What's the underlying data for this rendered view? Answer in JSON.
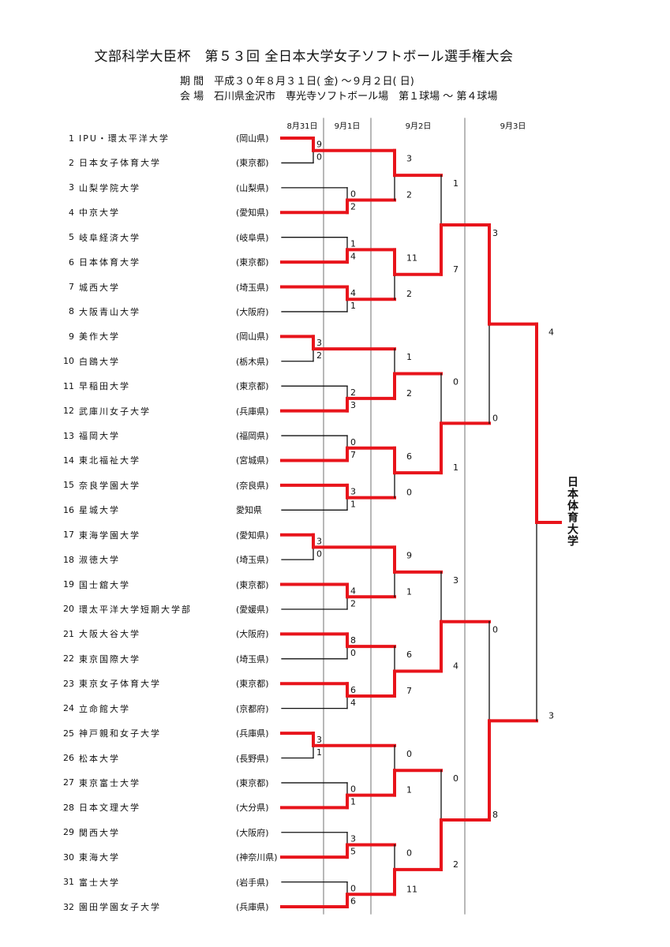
{
  "header": {
    "title": "文部科学大臣杯　第５３回 全日本大学女子ソフトボール選手権大会",
    "period": "期 間　平成３０年８月３１日( 金) ～９月２日( 日)",
    "venue": "会 場　石川県金沢市　専光寺ソフトボール場　第１球場 ～ 第４球場"
  },
  "days": [
    "8月31日",
    "9月1日",
    "9月2日",
    "9月3日"
  ],
  "teams": [
    {
      "no": "1",
      "name": "IPU・環太平洋大学",
      "pref": "(岡山県)"
    },
    {
      "no": "2",
      "name": "日本女子体育大学",
      "pref": "(東京都)"
    },
    {
      "no": "3",
      "name": "山梨学院大学",
      "pref": "(山梨県)"
    },
    {
      "no": "4",
      "name": "中京大学",
      "pref": "(愛知県)"
    },
    {
      "no": "5",
      "name": "岐阜経済大学",
      "pref": "(岐阜県)"
    },
    {
      "no": "6",
      "name": "日本体育大学",
      "pref": "(東京都)"
    },
    {
      "no": "7",
      "name": "城西大学",
      "pref": "(埼玉県)"
    },
    {
      "no": "8",
      "name": "大阪青山大学",
      "pref": "(大阪府)"
    },
    {
      "no": "9",
      "name": "美作大学",
      "pref": "(岡山県)"
    },
    {
      "no": "10",
      "name": "白鴎大学",
      "pref": "(栃木県)"
    },
    {
      "no": "11",
      "name": "早稲田大学",
      "pref": "(東京都)"
    },
    {
      "no": "12",
      "name": "武庫川女子大学",
      "pref": "(兵庫県)"
    },
    {
      "no": "13",
      "name": "福岡大学",
      "pref": "(福岡県)"
    },
    {
      "no": "14",
      "name": "東北福祉大学",
      "pref": "(宮城県)"
    },
    {
      "no": "15",
      "name": "奈良学園大学",
      "pref": "(奈良県)"
    },
    {
      "no": "16",
      "name": "星城大学",
      "pref": "愛知県"
    },
    {
      "no": "17",
      "name": "東海学園大学",
      "pref": "(愛知県)"
    },
    {
      "no": "18",
      "name": "淑徳大学",
      "pref": "(埼玉県)"
    },
    {
      "no": "19",
      "name": "国士舘大学",
      "pref": "(東京都)"
    },
    {
      "no": "20",
      "name": "環太平洋大学短期大学部",
      "pref": "(愛媛県)"
    },
    {
      "no": "21",
      "name": "大阪大谷大学",
      "pref": "(大阪府)"
    },
    {
      "no": "22",
      "name": "東京国際大学",
      "pref": "(埼玉県)"
    },
    {
      "no": "23",
      "name": "東京女子体育大学",
      "pref": "(東京都)"
    },
    {
      "no": "24",
      "name": "立命館大学",
      "pref": "(京都府)"
    },
    {
      "no": "25",
      "name": "神戸親和女子大学",
      "pref": "(兵庫県)"
    },
    {
      "no": "26",
      "name": "松本大学",
      "pref": "(長野県)"
    },
    {
      "no": "27",
      "name": "東京富士大学",
      "pref": "(東京都)"
    },
    {
      "no": "28",
      "name": "日本文理大学",
      "pref": "(大分県)"
    },
    {
      "no": "29",
      "name": "関西大学",
      "pref": "(大阪府)"
    },
    {
      "no": "30",
      "name": "東海大学",
      "pref": "(神奈川県)"
    },
    {
      "no": "31",
      "name": "富士大学",
      "pref": "(岩手県)"
    },
    {
      "no": "32",
      "name": "園田学園女子大学",
      "pref": "(兵庫県)"
    }
  ],
  "rounds": [
    [
      {
        "scores": [
          "9",
          "0"
        ],
        "winner": 0,
        "played_aug31": true
      },
      {
        "scores": [
          "0",
          "2"
        ],
        "winner": 1,
        "played_aug31": false
      },
      {
        "scores": [
          "1",
          "4"
        ],
        "winner": 1,
        "played_aug31": false
      },
      {
        "scores": [
          "4",
          "1"
        ],
        "winner": 0,
        "played_aug31": false
      },
      {
        "scores": [
          "3",
          "2"
        ],
        "winner": 0,
        "played_aug31": true
      },
      {
        "scores": [
          "2",
          "3"
        ],
        "winner": 1,
        "played_aug31": false
      },
      {
        "scores": [
          "0",
          "7"
        ],
        "winner": 1,
        "played_aug31": false
      },
      {
        "scores": [
          "3",
          "1"
        ],
        "winner": 0,
        "played_aug31": false
      },
      {
        "scores": [
          "3",
          "0"
        ],
        "winner": 0,
        "played_aug31": true
      },
      {
        "scores": [
          "4",
          "2"
        ],
        "winner": 0,
        "played_aug31": false
      },
      {
        "scores": [
          "8",
          "0"
        ],
        "winner": 0,
        "played_aug31": false
      },
      {
        "scores": [
          "6",
          "4"
        ],
        "winner": 0,
        "played_aug31": false
      },
      {
        "scores": [
          "3",
          "1"
        ],
        "winner": 0,
        "played_aug31": true
      },
      {
        "scores": [
          "0",
          "1"
        ],
        "winner": 1,
        "played_aug31": false
      },
      {
        "scores": [
          "3",
          "5"
        ],
        "winner": 1,
        "played_aug31": false
      },
      {
        "scores": [
          "0",
          "6"
        ],
        "winner": 1,
        "played_aug31": false
      }
    ],
    [
      {
        "scores": [
          "3",
          "2"
        ],
        "winner": 0
      },
      {
        "scores": [
          "11",
          "2"
        ],
        "winner": 0
      },
      {
        "scores": [
          "1",
          "2"
        ],
        "winner": 1
      },
      {
        "scores": [
          "6",
          "0"
        ],
        "winner": 0
      },
      {
        "scores": [
          "9",
          "1"
        ],
        "winner": 0
      },
      {
        "scores": [
          "6",
          "7"
        ],
        "winner": 1
      },
      {
        "scores": [
          "0",
          "1"
        ],
        "winner": 1
      },
      {
        "scores": [
          "0",
          "11"
        ],
        "winner": 1
      }
    ],
    [
      {
        "scores": [
          "1",
          "7"
        ],
        "winner": 1
      },
      {
        "scores": [
          "0",
          "1"
        ],
        "winner": 1
      },
      {
        "scores": [
          "3",
          "4"
        ],
        "winner": 1
      },
      {
        "scores": [
          "0",
          "2"
        ],
        "winner": 1
      }
    ],
    [
      {
        "scores": [
          "3",
          "0"
        ],
        "winner": 0
      },
      {
        "scores": [
          "0",
          "8"
        ],
        "winner": 1
      }
    ],
    [
      {
        "scores": [
          "4",
          "3"
        ],
        "winner": 0
      }
    ]
  ],
  "champion": "日本体育大学",
  "colors": {
    "winner_line": "#e8141b",
    "line": "#111111",
    "divider": "#888888"
  }
}
